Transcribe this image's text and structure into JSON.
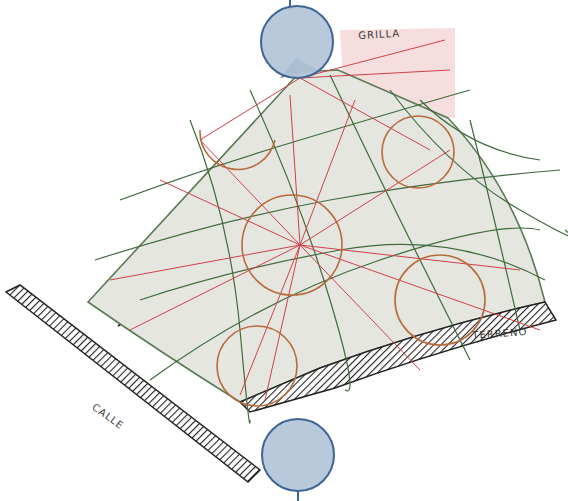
{
  "diagram": {
    "labels": [
      "GRILLA",
      "TERRENO",
      "CALLE"
    ]
  }
}
